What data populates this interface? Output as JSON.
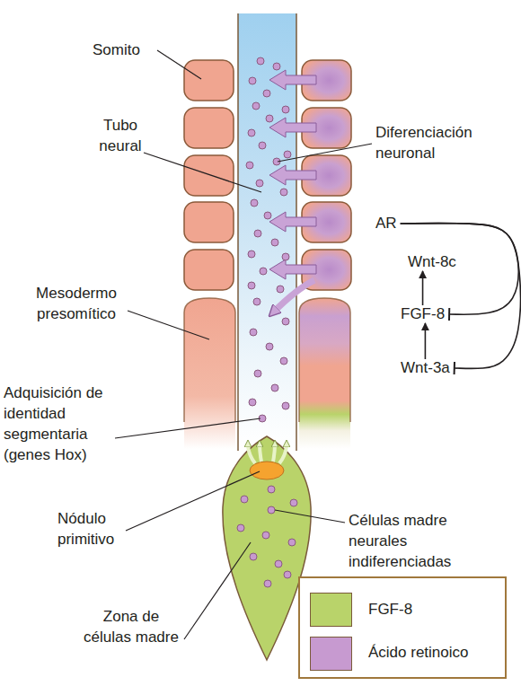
{
  "diagram": {
    "nodes": [
      {
        "text": [
          "AR"
        ]
      },
      {
        "text": [
          "Wnt-8c"
        ]
      },
      {
        "text": [
          "FGF-8"
        ]
      },
      {
        "text": [
          "Wnt-3a"
        ]
      }
    ],
    "edges": [
      {
        "from": 0,
        "to": 2,
        "arrow": "to"
      },
      {
        "from": 0,
        "to": 3,
        "arrow": "to"
      },
      {
        "from": 3,
        "to": 2,
        "arrow": "to"
      },
      {
        "from": 2,
        "to": 1,
        "arrow": "to"
      }
    ],
    "labels": [
      "Somito",
      "Tubo neural",
      "Diferenciación neuronal",
      "Mesodermo presomítico",
      "Adquisición de identidad segmentaria (genes Hox)",
      "Nódulo primitivo",
      "Células madre neurales indiferenciadas",
      "Zona de células madre"
    ],
    "legend": [
      {
        "text": "FGF-8",
        "color": "#b9d36a"
      },
      {
        "text": "Ácido retinoico",
        "color": "#c79ad0"
      }
    ]
  }
}
